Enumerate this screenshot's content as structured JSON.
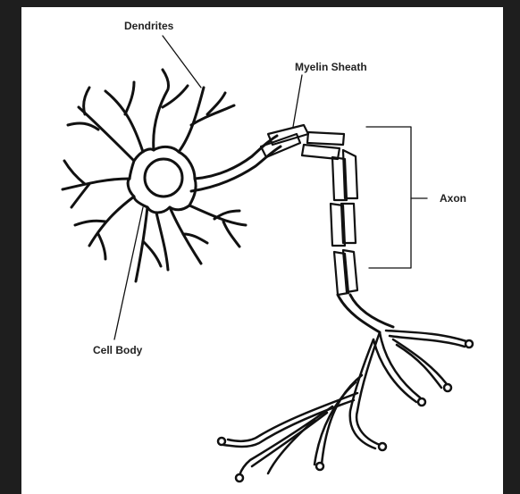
{
  "labels": {
    "dendrites": "Dendrites",
    "myelin_sheath": "Myelin Sheath",
    "axon": "Axon",
    "cell_body": "Cell Body"
  }
}
